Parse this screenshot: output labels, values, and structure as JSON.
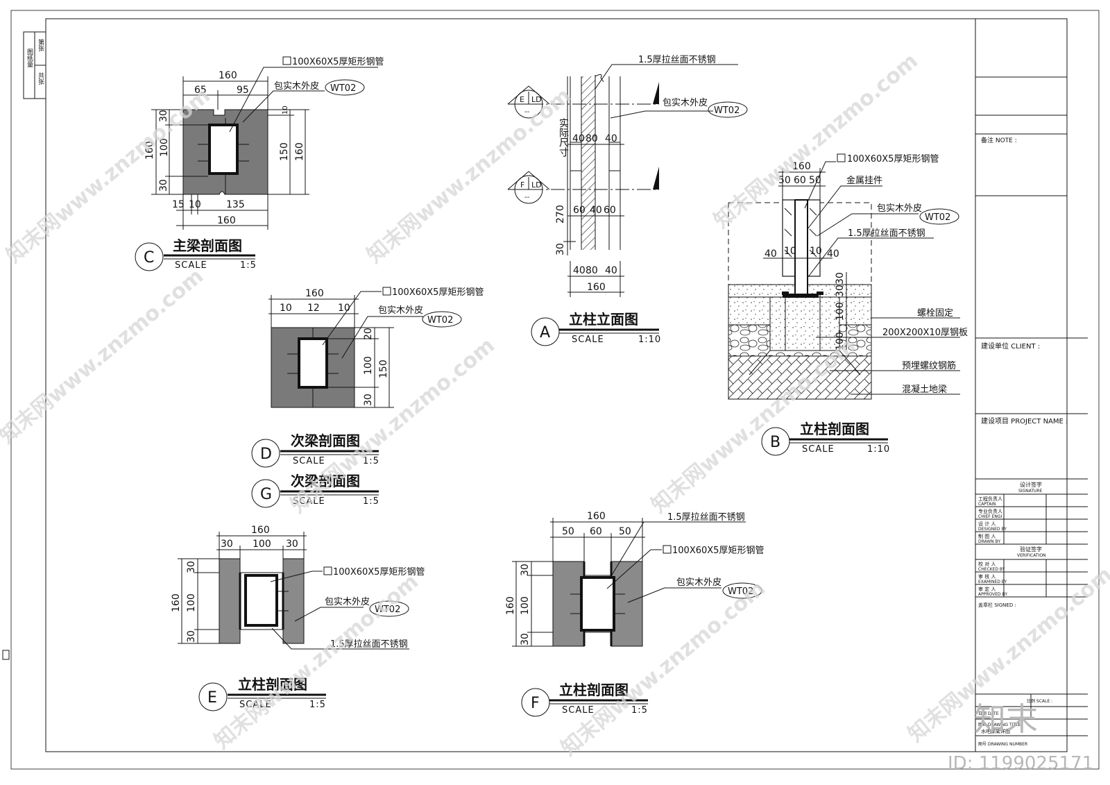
{
  "sidebar": {
    "c1": "图纸量",
    "c2": "第张",
    "c3": "共张"
  },
  "labels": {
    "steel_tube": "100X60X5厚矩形钢管",
    "wood_skin": "包实木外皮",
    "wt02": "WT02",
    "stainless": "1.5厚拉丝面不锈钢",
    "metal_hanger": "金属挂件",
    "bolt_fixed": "螺栓固定",
    "steel_plate": "200X200X10厚钢板",
    "embed_rebar": "预埋螺纹钢筋",
    "ground_beam": "混凝土地梁",
    "actual_size": "实际尺寸"
  },
  "symbols": {
    "E": "E",
    "F": "F",
    "LD": "LD",
    "dash": "--"
  },
  "sections": {
    "C": {
      "letter": "C",
      "title": "主梁剖面图",
      "scale_word": "SCALE",
      "scale": "1:5"
    },
    "A": {
      "letter": "A",
      "title": "立柱立面图",
      "scale_word": "SCALE",
      "scale": "1:10"
    },
    "B": {
      "letter": "B",
      "title": "立柱剖面图",
      "scale_word": "SCALE",
      "scale": "1:10"
    },
    "D": {
      "letter": "D",
      "title": "次梁剖面图",
      "scale_word": "SCALE",
      "scale": "1:5"
    },
    "G": {
      "letter": "G",
      "title": "次梁剖面图",
      "scale_word": "SCALE",
      "scale": "1:5"
    },
    "E": {
      "letter": "E",
      "title": "立柱剖面图",
      "scale_word": "SCALE",
      "scale": "1:5"
    },
    "F": {
      "letter": "F",
      "title": "立柱剖面图",
      "scale_word": "SCALE",
      "scale": "1:5"
    }
  },
  "dims": {
    "C": {
      "top": "160",
      "t65": "65",
      "t95": "95",
      "l30a": "30",
      "l100": "100",
      "l30b": "30",
      "l160": "160",
      "r10": "10",
      "r150": "150",
      "r160": "160",
      "b15": "15",
      "b10": "10",
      "b135": "135",
      "b160": "160"
    },
    "A": {
      "v1": "40",
      "v2": "80",
      "v3": "40",
      "w1": "60",
      "w2": "40",
      "w3": "60",
      "h270": "270",
      "h30": "30",
      "b1": "40",
      "b2": "80",
      "b3": "40",
      "b160": "160"
    },
    "B": {
      "top": "160",
      "a": "50",
      "b": "60",
      "c": "50",
      "l40": "40",
      "l10": "10",
      "r10": "10",
      "r40": "40",
      "h30a": "30",
      "h30b": "30",
      "h100a": "100",
      "h100b": "100"
    },
    "D": {
      "top": "160",
      "a": "10",
      "b": "12",
      "c": "10",
      "r20": "20",
      "r100": "100",
      "r30": "30",
      "r150": "150"
    },
    "E": {
      "top": "160",
      "a": "30",
      "b": "100",
      "c": "30",
      "l30a": "30",
      "l100": "100",
      "l30b": "30",
      "l160": "160"
    },
    "F": {
      "top": "160",
      "a": "50",
      "b": "60",
      "c": "50",
      "l30a": "30",
      "l100": "100",
      "l30b": "30",
      "l160": "160"
    }
  },
  "titleblock": {
    "note": "备注 NOTE :",
    "client": "建设单位 CLIENT :",
    "project": "建设项目 PROJECT NAME :",
    "signature_cn": "设计签字",
    "signature_en": "SIGNATURE",
    "captain_cn": "工程负责人",
    "captain_en": "CAPTAIN",
    "chief_cn": "专业负责人",
    "chief_en": "CHIEF ENGI",
    "designed_cn": "设 计 人",
    "designed_en": "DESIGNED BY",
    "drawn_cn": "制 图 人",
    "drawn_en": "DRAWN BY",
    "verification_cn": "验证签字",
    "verification_en": "VERIFICATION",
    "checked_cn": "校 对 人",
    "checked_en": "CHECKED BY",
    "examined_cn": "审 核 人",
    "examined_en": "EXAMINED BY",
    "approved_cn": "审 定 人",
    "approved_en": "APPROVED BY",
    "signed": "盖章栏 SIGNED :",
    "scale_row": "比例 SCALE :",
    "date_row": "日期 DATE :",
    "drawing_title": "图名 DRAWING TITLE",
    "drawing_name": "水吧廊架详图",
    "drawing_number": "图号 DRAWING NUMBER"
  },
  "watermark": {
    "text": "知末网www.znzmo.com",
    "logo": "知末",
    "id": "ID: 1199025171"
  }
}
